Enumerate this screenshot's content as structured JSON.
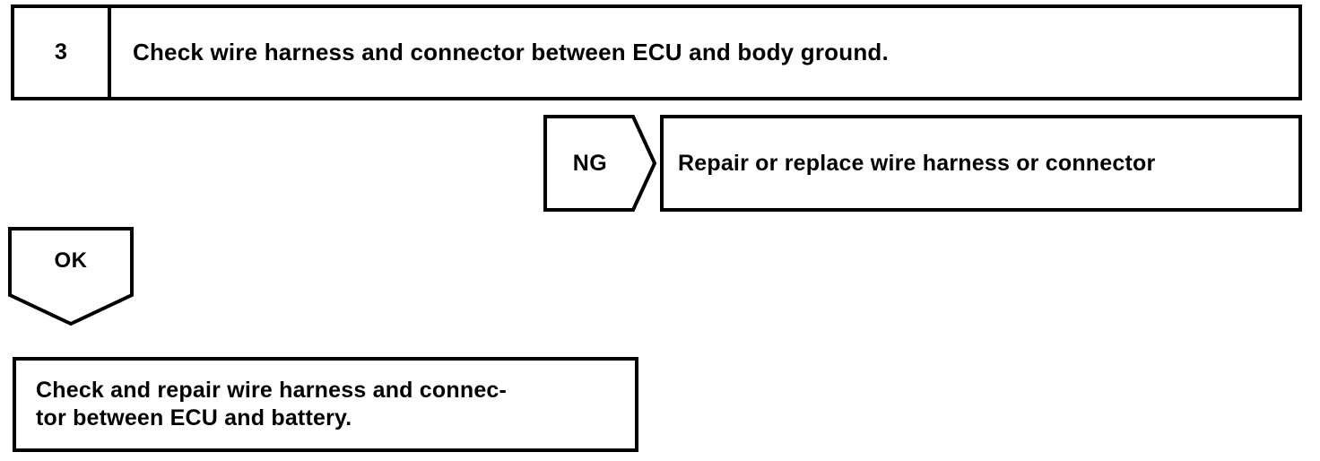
{
  "diagram": {
    "type": "troubleshooting-flowchart",
    "colors": {
      "line": "#000000",
      "fill": "#ffffff",
      "text": "#000000"
    },
    "step": {
      "number": "3",
      "title": "Check wire harness and connector between ECU and body ground."
    },
    "branches": {
      "ng": {
        "label": "NG",
        "shape": "arrow-right-pentagon",
        "target": "Repair or replace wire harness or connector"
      },
      "ok": {
        "label": "OK",
        "shape": "arrow-down-pentagon",
        "target": "Check and repair wire harness and connector between ECU and battery."
      }
    },
    "result": {
      "line1": "Check and repair wire harness and connec-",
      "line2": "tor between ECU and battery."
    }
  }
}
